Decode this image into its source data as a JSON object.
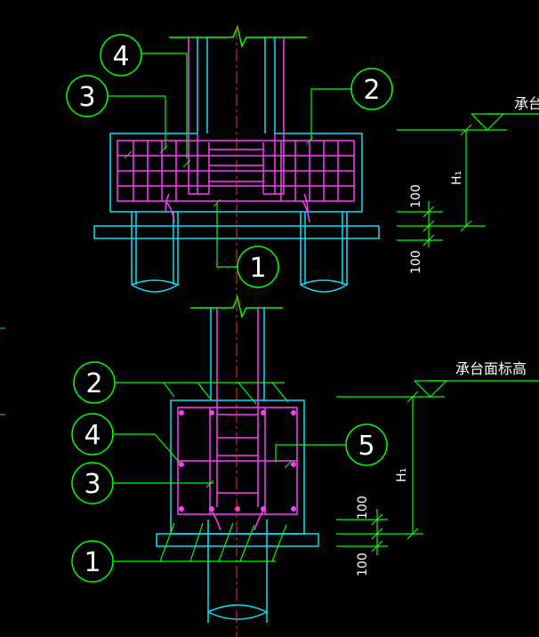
{
  "colors": {
    "background": "#000000",
    "concrete_outline": "#00e5ff",
    "rebar": "#ff3cff",
    "leader": "#00ff00",
    "centerline": "#ff3030",
    "text": "#ffffff"
  },
  "top_detail": {
    "callouts": [
      "4",
      "3",
      "2",
      "1"
    ],
    "elevation_label": "承台",
    "dim_h1": "H₁",
    "dim_100_upper": "100",
    "dim_100_lower": "100"
  },
  "bottom_detail": {
    "callouts": [
      "2",
      "4",
      "3",
      "1",
      "5"
    ],
    "elevation_label": "承台面标高",
    "dim_h1": "H₁",
    "dim_100_upper": "100",
    "dim_100_lower": "100"
  }
}
